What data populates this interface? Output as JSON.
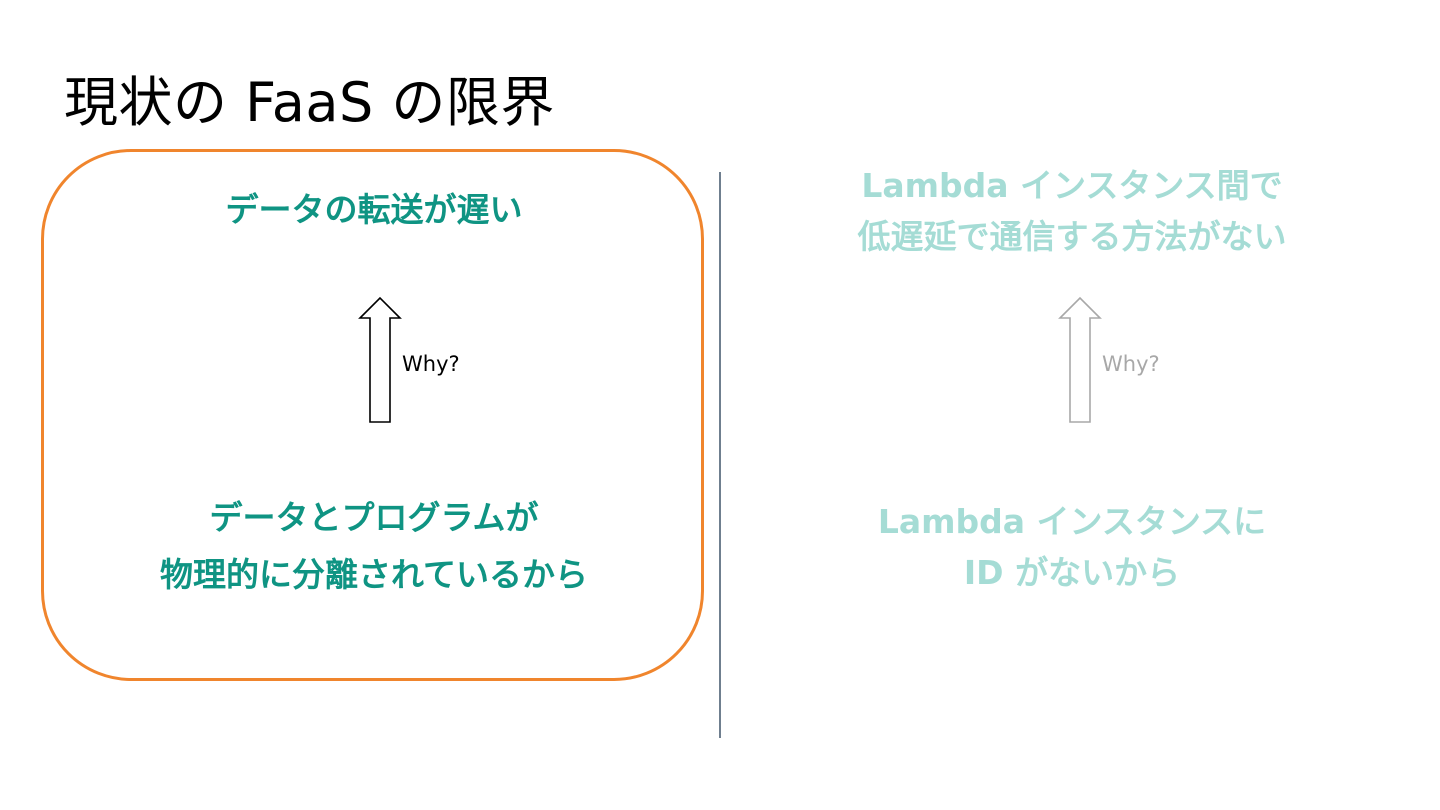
{
  "slide": {
    "title": "現状の FaaS の限界"
  },
  "colors": {
    "title": "#000000",
    "highlight_border": "#f0852d",
    "divider": "#6f7f8f",
    "left_text": "#0f9483",
    "right_text": "#a5dcd5",
    "left_arrow": "#000000",
    "right_arrow": "#a8a8a8"
  },
  "left": {
    "top_statement": "データの転送が遅い",
    "why_label": "Why?",
    "cause_line1": "データとプログラムが",
    "cause_line2": "物理的に分離されているから"
  },
  "right": {
    "top_line1": "Lambda インスタンス間で",
    "top_line2": "低遅延で通信する方法がない",
    "why_label": "Why?",
    "cause_line1": "Lambda インスタンスに",
    "cause_line2": "ID がないから"
  }
}
